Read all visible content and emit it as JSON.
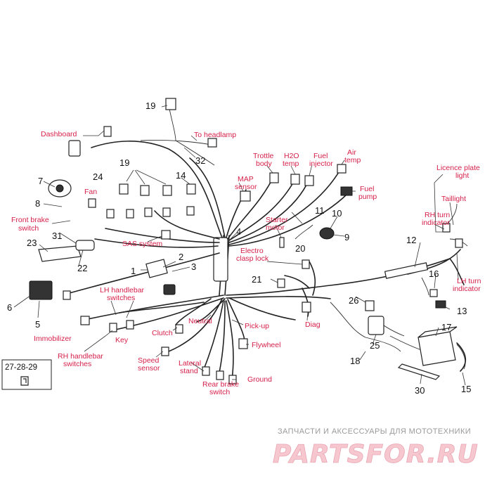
{
  "labels": {
    "dashboard": "Dashboard",
    "to_headlamp": "To headlamp",
    "fan": "Fan",
    "front_brake_switch_1": "Front brake",
    "front_brake_switch_2": "switch",
    "sas_system": "SAS system",
    "map_sensor_1": "MAP",
    "map_sensor_2": "sensor",
    "trottle_body_1": "Trottle",
    "trottle_body_2": "body",
    "h2o_temp_1": "H2O",
    "h2o_temp_2": "temp",
    "fuel_injector_1": "Fuel",
    "fuel_injector_2": "injector",
    "air_temp_1": "Air",
    "air_temp_2": "temp",
    "fuel_pump_1": "Fuel",
    "fuel_pump_2": "pump",
    "starter_motor_1": "Starter",
    "starter_motor_2": "motor",
    "electro_clasp_lock_1": "Electro",
    "electro_clasp_lock_2": "clasp lock",
    "licence_plate_light_1": "Licence plate",
    "licence_plate_light_2": "light",
    "taillight": "Taillight",
    "rh_turn_indicator_1": "RH turn",
    "rh_turn_indicator_2": "indicator",
    "lh_turn_indicator_1": "LH turn",
    "lh_turn_indicator_2": "indicator",
    "lh_handlebar_switches_1": "LH handlebar",
    "lh_handlebar_switches_2": "switches",
    "immobilizer": "Immobilizer",
    "key": "Key",
    "rh_handlebar_switches_1": "RH handlebar",
    "rh_handlebar_switches_2": "switches",
    "clutch": "Clutch",
    "neutral": "Neutral",
    "pick_up": "Pick-up",
    "flywheel": "Flywheel",
    "speed_sensor_1": "Speed",
    "speed_sensor_2": "sensor",
    "lateral_stand_1": "Lateral",
    "lateral_stand_2": "stand",
    "rear_brake_switch_1": "Rear brake",
    "rear_brake_switch_2": "switch",
    "ground": "Ground",
    "diag": "Diag"
  },
  "callouts": {
    "n1": "1",
    "n2": "2",
    "n3": "3",
    "n4": "4",
    "n5": "5",
    "n6": "6",
    "n7": "7",
    "n8": "8",
    "n9": "9",
    "n10": "10",
    "n11": "11",
    "n12": "12",
    "n13": "13",
    "n14": "14",
    "n15": "15",
    "n16": "16",
    "n17": "17",
    "n18": "18",
    "n19a": "19",
    "n19b": "19",
    "n20": "20",
    "n21": "21",
    "n22": "22",
    "n23": "23",
    "n24": "24",
    "n25": "25",
    "n26": "26",
    "n30": "30",
    "n31": "31",
    "n32": "32"
  },
  "inset_box": {
    "label": "27-28-29"
  },
  "watermark": {
    "tagline": "ЗАПЧАСТИ И АКСЕССУАРЫ ДЛЯ МОТОТЕХНИКИ",
    "logo": "PARTSFOR.RU"
  },
  "colors": {
    "label_red": "#d6204a",
    "ink": "#222222",
    "watermark_pink": "#f6c7cf",
    "watermark_gray": "#9a9a9a"
  }
}
